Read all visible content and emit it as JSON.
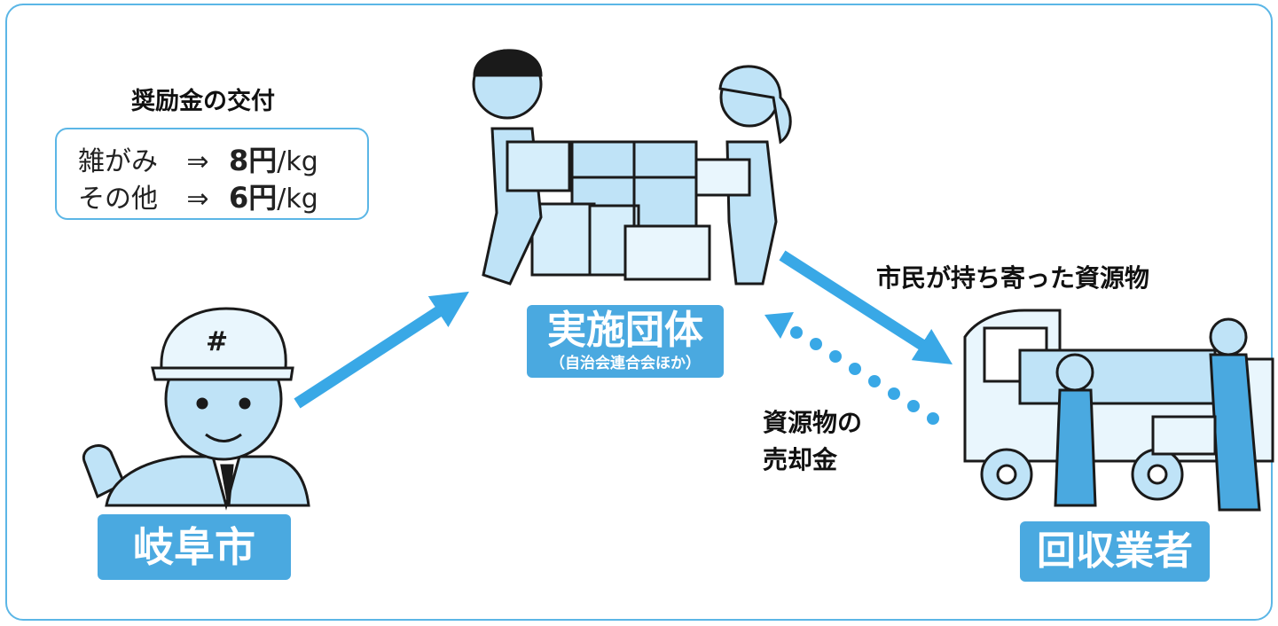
{
  "subsidy": {
    "title": "奨励金の交付",
    "rows": [
      {
        "category": "雑がみ",
        "arrow": "⇒",
        "amount": "8円",
        "unit": "/kg"
      },
      {
        "category": "その他",
        "arrow": "⇒",
        "amount": "6円",
        "unit": "/kg"
      }
    ]
  },
  "actors": {
    "city": "岐阜市",
    "group": "実施団体",
    "group_note": "（自治会連合会ほか）",
    "recycler": "回収業者"
  },
  "flows": {
    "resources": "市民が持ち寄った資源物",
    "proceeds_line1": "資源物の",
    "proceeds_line2": "売却金"
  },
  "colors": {
    "accent": "#4aa9e0",
    "arrow": "#39a8e6",
    "border": "#5bb6e6",
    "illustration": "#bfe3f7"
  }
}
